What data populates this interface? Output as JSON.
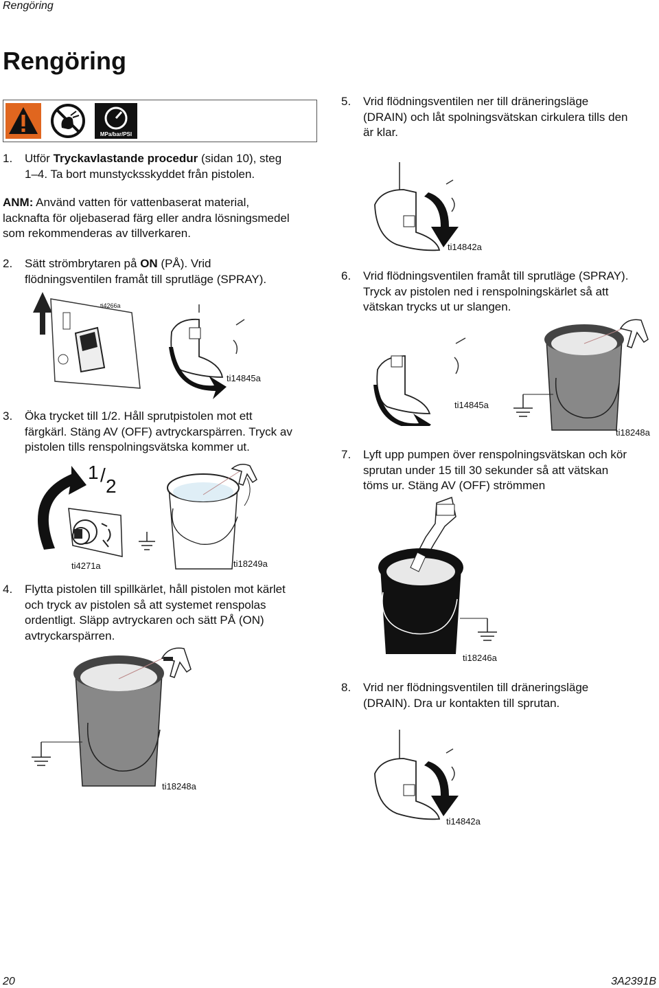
{
  "header": {
    "running_title": "Rengöring"
  },
  "title": "Rengöring",
  "warning_icons": [
    "warning-triangle-icon",
    "no-hand-spray-icon",
    "pressure-gauge-icon"
  ],
  "pressure_gauge_text": "MPa/bar/PSI",
  "steps": {
    "s1": {
      "num": "1.",
      "pre": "Utför ",
      "bold": "Tryckavlastande procedur",
      "post": " (sidan 10), steg",
      "line2": "1–4. Ta bort munstycksskyddet från pistolen."
    },
    "note": {
      "bold": "ANM:",
      "line1": " Använd vatten för vattenbaserat material,",
      "line2": "lacknafta för oljebaserad färg eller andra lösningsmedel",
      "line3": "som rekommenderas av tillverkaren."
    },
    "s2": {
      "num": "2.",
      "pre": "Sätt strömbrytaren på ",
      "bold": "ON",
      "post": " (PÅ). Vrid",
      "line2": "flödningsventilen framåt till sprutläge (SPRAY)."
    },
    "s3": {
      "num": "3.",
      "line1": "Öka trycket till 1/2. Håll sprutpistolen mot ett",
      "line2": "färgkärl. Stäng AV (OFF) avtryckarspärren. Tryck av",
      "line3": "pistolen tills renspolningsvätska kommer ut."
    },
    "s4": {
      "num": "4.",
      "line1": "Flytta pistolen till spillkärlet, håll pistolen mot kärlet",
      "line2": "och tryck av pistolen så att systemet renspolas",
      "line3": "ordentligt. Släpp avtryckaren och sätt PÅ (ON)",
      "line4": "avtryckarspärren."
    },
    "s5": {
      "num": "5.",
      "line1": "Vrid flödningsventilen ner till dräneringsläge",
      "line2": "(DRAIN) och låt spolningsvätskan cirkulera tills den",
      "line3": "är klar."
    },
    "s6": {
      "num": "6.",
      "line1": "Vrid flödningsventilen framåt till sprutläge (SPRAY).",
      "line2": "Tryck av pistolen ned i renspolningskärlet så att",
      "line3": "vätskan trycks ut ur slangen."
    },
    "s7": {
      "num": "7.",
      "line1": "Lyft upp pumpen över renspolningsvätskan och kör",
      "line2": "sprutan under 15 till 30 sekunder så att vätskan",
      "line3": "töms ur. Stäng AV (OFF) strömmen"
    },
    "s8": {
      "num": "8.",
      "line1": "Vrid ner flödningsventilen till dräneringsläge",
      "line2": "(DRAIN). Dra ur kontakten till sprutan."
    }
  },
  "fig_labels": {
    "ti4266a": "ti4266a",
    "ti14845a_left": "ti14845a",
    "half_num": "1",
    "half_den": "2",
    "ti4271a": "ti4271a",
    "ti18249a": "ti18249a",
    "ti18248a_left": "ti18248a",
    "ti14842a_top": "ti14842a",
    "ti14845a_right": "ti14845a",
    "ti18248a_right": "ti18248a",
    "ti18246a": "ti18246a",
    "ti14842a_bottom": "ti14842a"
  },
  "footer": {
    "page_number": "20",
    "doc_id": "3A2391B"
  }
}
